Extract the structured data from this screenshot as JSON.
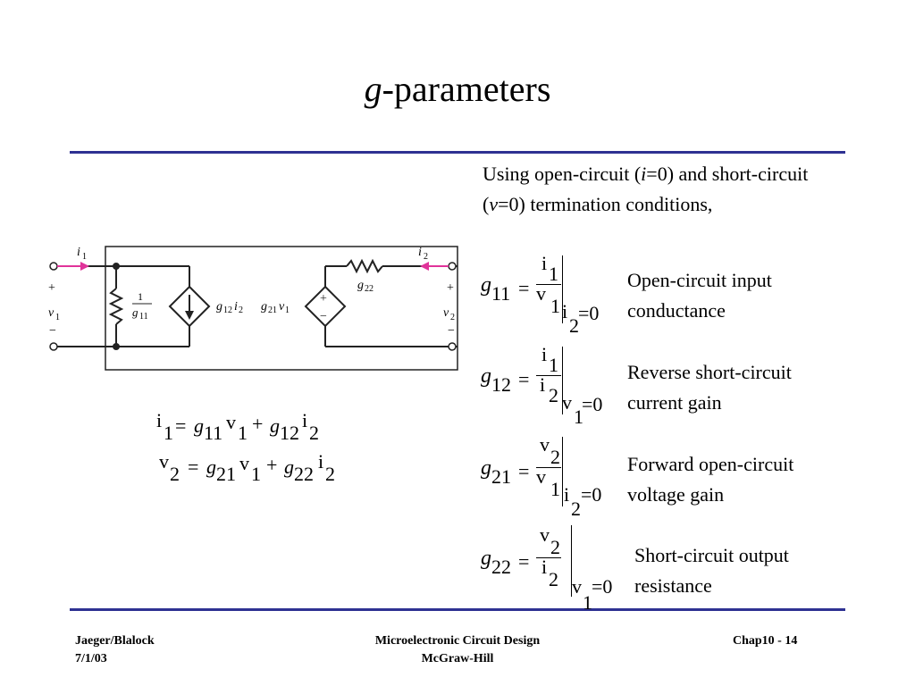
{
  "title": {
    "italic": "g",
    "rest": "-parameters"
  },
  "intro": {
    "p1": "Using open-circuit (",
    "i_var": "i",
    "p2": "=0) and short-circuit (",
    "v_var": "v",
    "p3": "=0) termination conditions,"
  },
  "params": [
    {
      "g": "g",
      "idx": "11",
      "num": "i",
      "num_sub": "1",
      "den": "v",
      "den_sub": "1",
      "cond_var": "i",
      "cond_sub": "2",
      "cond_eq": "=0",
      "desc1": "Open-circuit input",
      "desc2": "conductance"
    },
    {
      "g": "g",
      "idx": "12",
      "num": "i",
      "num_sub": "1",
      "den": "i",
      "den_sub": "2",
      "cond_var": "v",
      "cond_sub": "1",
      "cond_eq": "=0",
      "desc1": "Reverse short-circuit",
      "desc2": "current gain"
    },
    {
      "g": "g",
      "idx": "21",
      "num": "v",
      "num_sub": "2",
      "den": "v",
      "den_sub": "1",
      "cond_var": "i",
      "cond_sub": "2",
      "cond_eq": "=0",
      "desc1": "Forward open-circuit",
      "desc2": "voltage gain"
    },
    {
      "g": "g",
      "idx": "22",
      "num": "v",
      "num_sub": "2",
      "den": "i",
      "den_sub": "2",
      "cond_var": "v",
      "cond_sub": "1",
      "cond_eq": "=0",
      "desc1": "Short-circuit output",
      "desc2": "resistance"
    }
  ],
  "equations": {
    "eq1": {
      "lhs": "i",
      "lhs_sub": "1",
      "eq": "=",
      "g1": "g",
      "g1_sub": "11",
      "v1": "v",
      "v1_sub": "1",
      "plus": "+",
      "g2": "g",
      "g2_sub": "12",
      "i2": "i",
      "i2_sub": "2"
    },
    "eq2": {
      "lhs": "v",
      "lhs_sub": "2",
      "eq": "=",
      "g1": "g",
      "g1_sub": "21",
      "v1": "v",
      "v1_sub": "1",
      "plus": "+",
      "g2": "g",
      "g2_sub": "22",
      "i2": "i",
      "i2_sub": "2"
    }
  },
  "circuit": {
    "i1": "i",
    "i1_sub": "1",
    "i2": "i",
    "i2_sub": "2",
    "v1": "v",
    "v1_sub": "1",
    "v2": "v",
    "v2_sub": "2",
    "plus": "+",
    "minus": "−",
    "r1_num": "1",
    "r1_den": "g",
    "r1_den_sub": "11",
    "src1_g": "g",
    "src1_sub": "12",
    "src1_var": "i",
    "src1_var_sub": "2",
    "src2_g": "g",
    "src2_sub": "21",
    "src2_var": "v",
    "src2_var_sub": "1",
    "r2_g": "g",
    "r2_sub": "22",
    "wire_color": "#222222",
    "arrow_color": "#e0339a"
  },
  "footer": {
    "authors": "Jaeger/Blalock",
    "date": "7/1/03",
    "book": "Microelectronic Circuit Design",
    "publisher": "McGraw-Hill",
    "page": "Chap10 - 14"
  },
  "colors": {
    "rule": "#2e3192"
  }
}
